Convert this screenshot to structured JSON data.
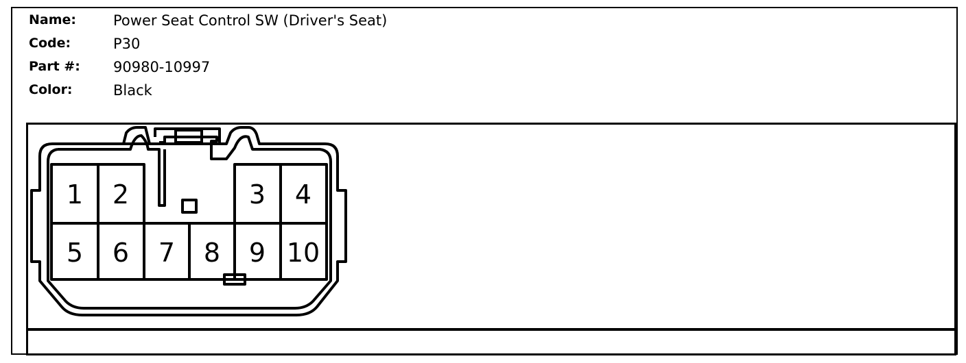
{
  "info": {
    "name_label": "Name:",
    "name_value": "Power Seat Control SW (Driver's Seat)",
    "code_label": "Code:",
    "code_value": "P30",
    "part_label": "Part #:",
    "part_value": "90980-10997",
    "color_label": "Color:",
    "color_value": "Black"
  },
  "connector": {
    "pins": [
      "1",
      "2",
      "3",
      "4",
      "5",
      "6",
      "7",
      "8",
      "9",
      "10"
    ]
  }
}
